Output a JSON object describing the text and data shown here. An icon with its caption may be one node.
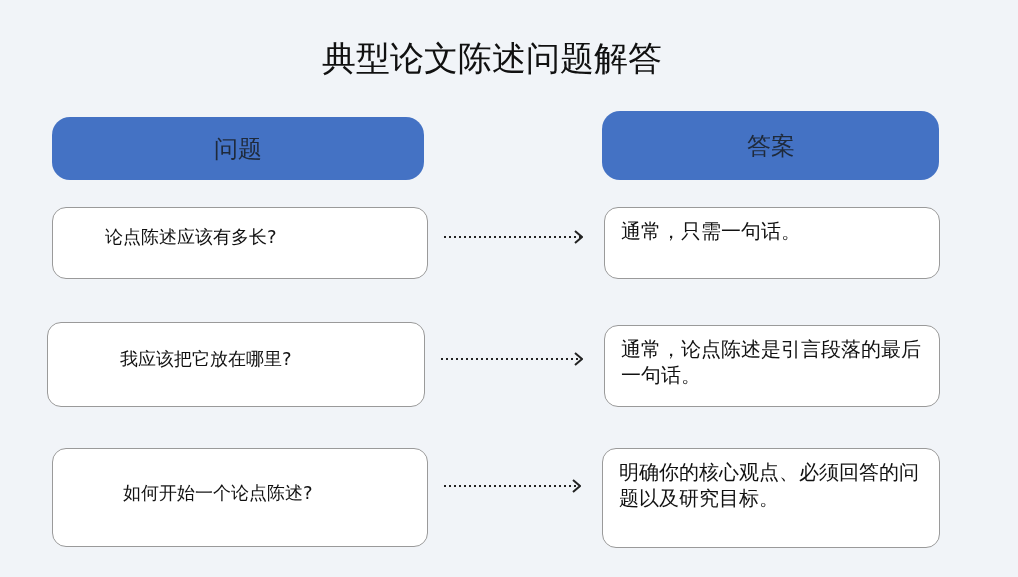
{
  "diagram": {
    "title": "典型论文陈述问题解答",
    "nodes": [
      {
        "text": [
          "问题"
        ]
      },
      {
        "text": [
          "答案"
        ]
      },
      {
        "text": [
          "论点陈述应该有多长?"
        ]
      },
      {
        "text": [
          "通常，只需一句话。"
        ]
      },
      {
        "text": [
          "我应该把它放在哪里?"
        ]
      },
      {
        "text": [
          "通常，论点陈述是引言段落的最后一句话。"
        ]
      },
      {
        "text": [
          "如何开始一个论点陈述?"
        ]
      },
      {
        "text": [
          "明确你的核心观点、必须回答的问题以及研究目标。"
        ]
      }
    ],
    "edges": [
      {
        "from": 2,
        "to": 3,
        "arrow": "to",
        "style": "dashed"
      },
      {
        "from": 4,
        "to": 5,
        "arrow": "to",
        "style": "dashed"
      },
      {
        "from": 6,
        "to": 7,
        "arrow": "to",
        "style": "dashed"
      }
    ]
  }
}
